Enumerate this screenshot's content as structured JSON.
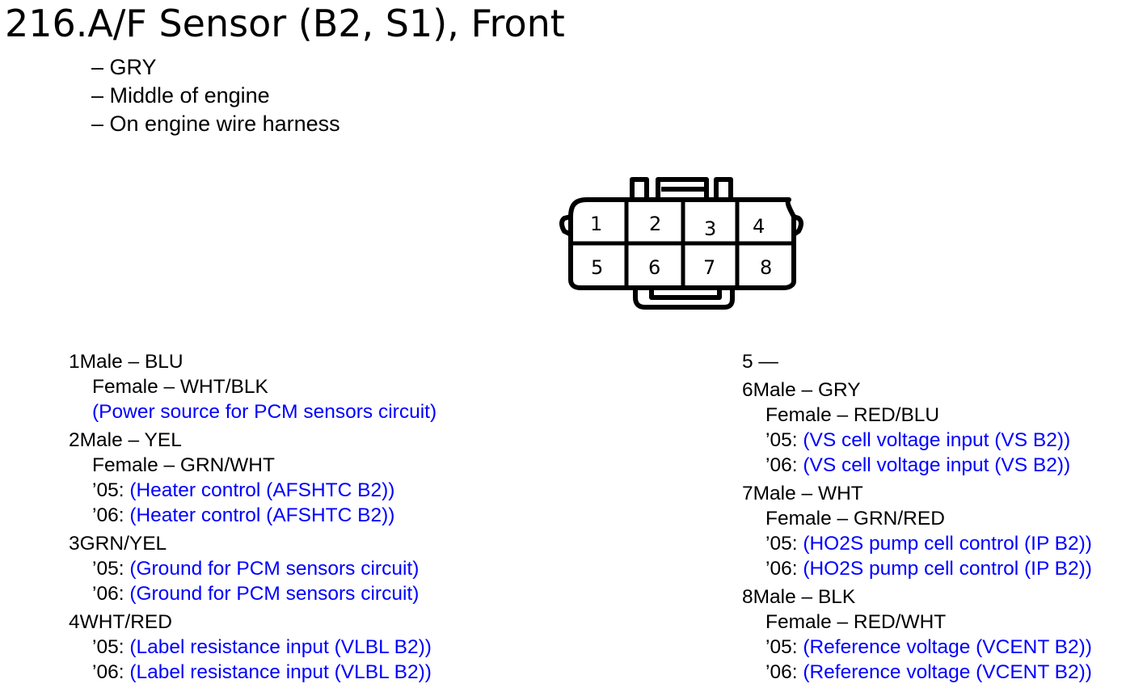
{
  "title": "216.A/F Sensor (B2, S1), Front",
  "notes": [
    "– GRY",
    "– Middle of engine",
    "– On engine wire harness"
  ],
  "connector": {
    "icon": "connector-face-icon",
    "pins_top": [
      "1",
      "2",
      "3",
      "4"
    ],
    "pins_bottom": [
      "5",
      "6",
      "7",
      "8"
    ]
  },
  "pins_left": [
    {
      "head": "1Male – BLU",
      "sub": "Female – WHT/BLK",
      "rows": [
        {
          "prefix": "",
          "desc": "(Power source for PCM sensors circuit)"
        }
      ]
    },
    {
      "head": "2Male – YEL",
      "sub": "Female – GRN/WHT",
      "rows": [
        {
          "prefix": "’05: ",
          "desc": "(Heater control (AFSHTC B2))"
        },
        {
          "prefix": "’06: ",
          "desc": "(Heater control (AFSHTC B2))"
        }
      ]
    },
    {
      "head": "3GRN/YEL",
      "rows": [
        {
          "prefix": "’05: ",
          "desc": "(Ground for PCM sensors circuit)"
        },
        {
          "prefix": "’06: ",
          "desc": "(Ground for PCM sensors circuit)"
        }
      ]
    },
    {
      "head": "4WHT/RED",
      "rows": [
        {
          "prefix": "’05: ",
          "desc": "(Label resistance input (VLBL B2))"
        },
        {
          "prefix": "’06: ",
          "desc": "(Label resistance input (VLBL B2))"
        }
      ]
    }
  ],
  "pins_right": [
    {
      "head": "5 —"
    },
    {
      "head": "6Male – GRY",
      "sub": "Female – RED/BLU",
      "rows": [
        {
          "prefix": "’05: ",
          "desc": "(VS cell voltage input (VS B2))"
        },
        {
          "prefix": "’06: ",
          "desc": "(VS cell voltage input (VS B2))"
        }
      ]
    },
    {
      "head": "7Male – WHT",
      "sub": "Female – GRN/RED",
      "rows": [
        {
          "prefix": "’05: ",
          "desc": "(HO2S pump cell control (IP B2))"
        },
        {
          "prefix": "’06: ",
          "desc": "(HO2S pump cell control (IP B2))"
        }
      ]
    },
    {
      "head": "8Male – BLK",
      "sub": "Female – RED/WHT",
      "rows": [
        {
          "prefix": "’05: ",
          "desc": "(Reference voltage (VCENT B2))"
        },
        {
          "prefix": "’06: ",
          "desc": "(Reference voltage (VCENT B2))"
        }
      ]
    }
  ],
  "colors": {
    "text": "#000000",
    "description": "#0000ff"
  }
}
